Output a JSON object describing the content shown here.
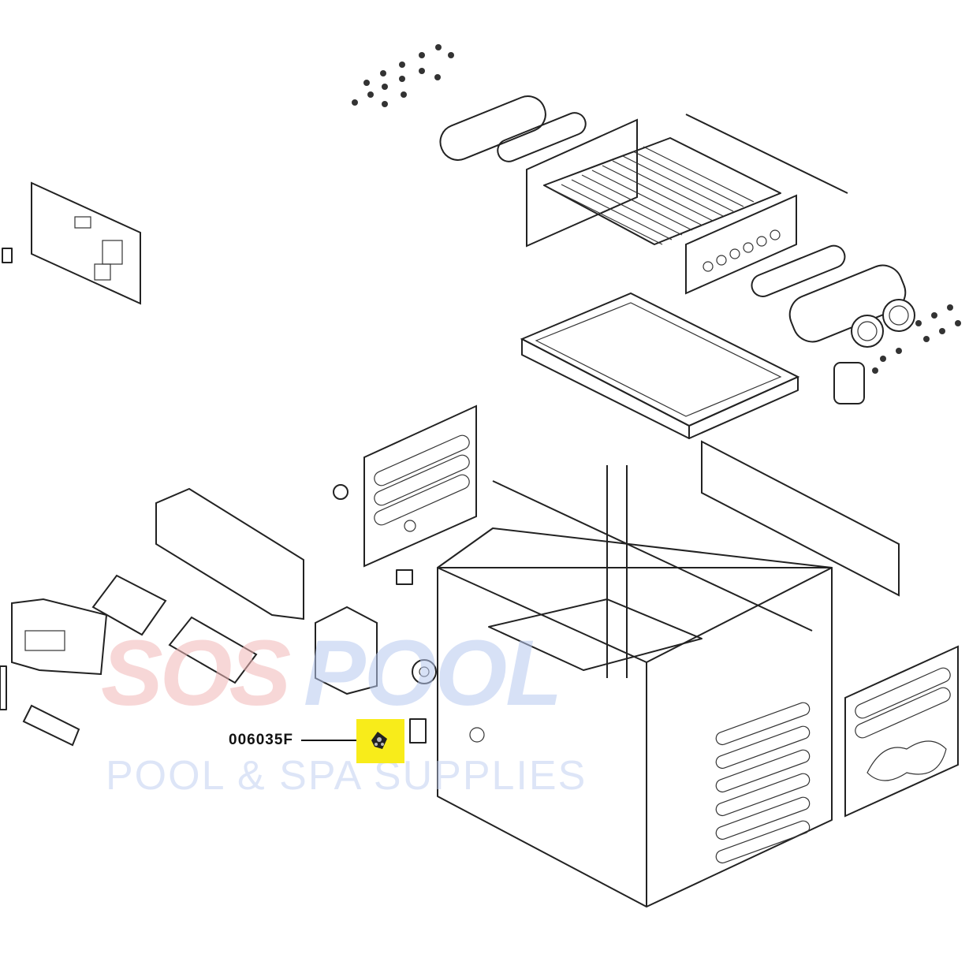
{
  "diagram": {
    "type": "exploded-parts-view",
    "callouts": [
      {
        "part_number": "006035F",
        "highlight_color": "#f8ec1a"
      }
    ]
  },
  "watermark": {
    "brand_left": "SOS",
    "brand_right": "POOL",
    "tagline": "POOL & SPA SUPPLIES",
    "left_color": "#f2b7b7",
    "right_color": "#b8c9f0"
  }
}
